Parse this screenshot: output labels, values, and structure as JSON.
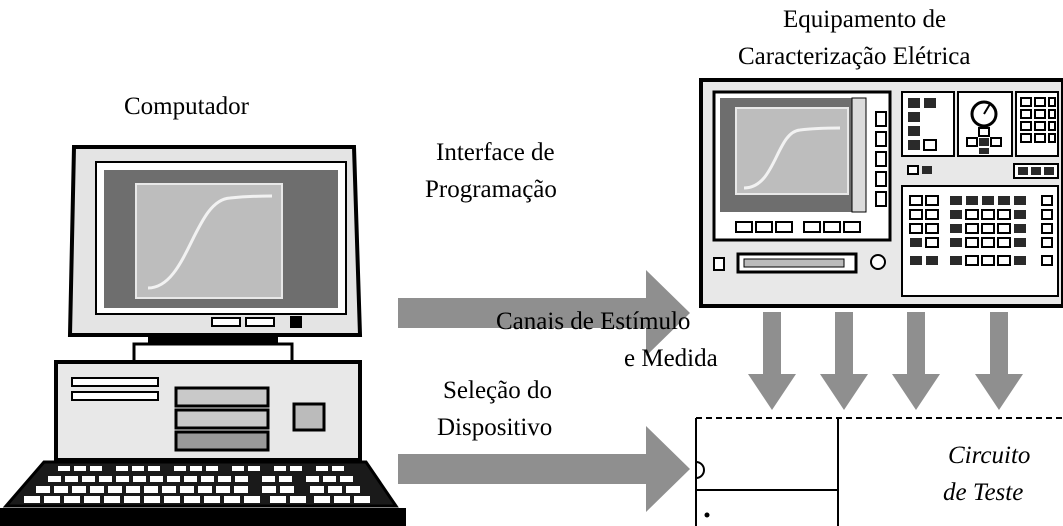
{
  "labels": {
    "computer": "Computador",
    "equipment_line1": "Equipamento de",
    "equipment_line2": "Caracterização Elétrica",
    "prog_line1": "Interface de",
    "prog_line2": "Programação",
    "channels_line1": "Canais de Estímulo",
    "channels_line2": "e Medida",
    "select_line1": "Seleção do",
    "select_line2": "Dispositivo",
    "circuit_line1": "Circuito",
    "circuit_line2": "de Teste"
  },
  "colors": {
    "arrow": "#8f8f8f",
    "screen": "#6e6e6e",
    "plot_background": "#bdbdbd",
    "curve": "#f2f2f2"
  }
}
